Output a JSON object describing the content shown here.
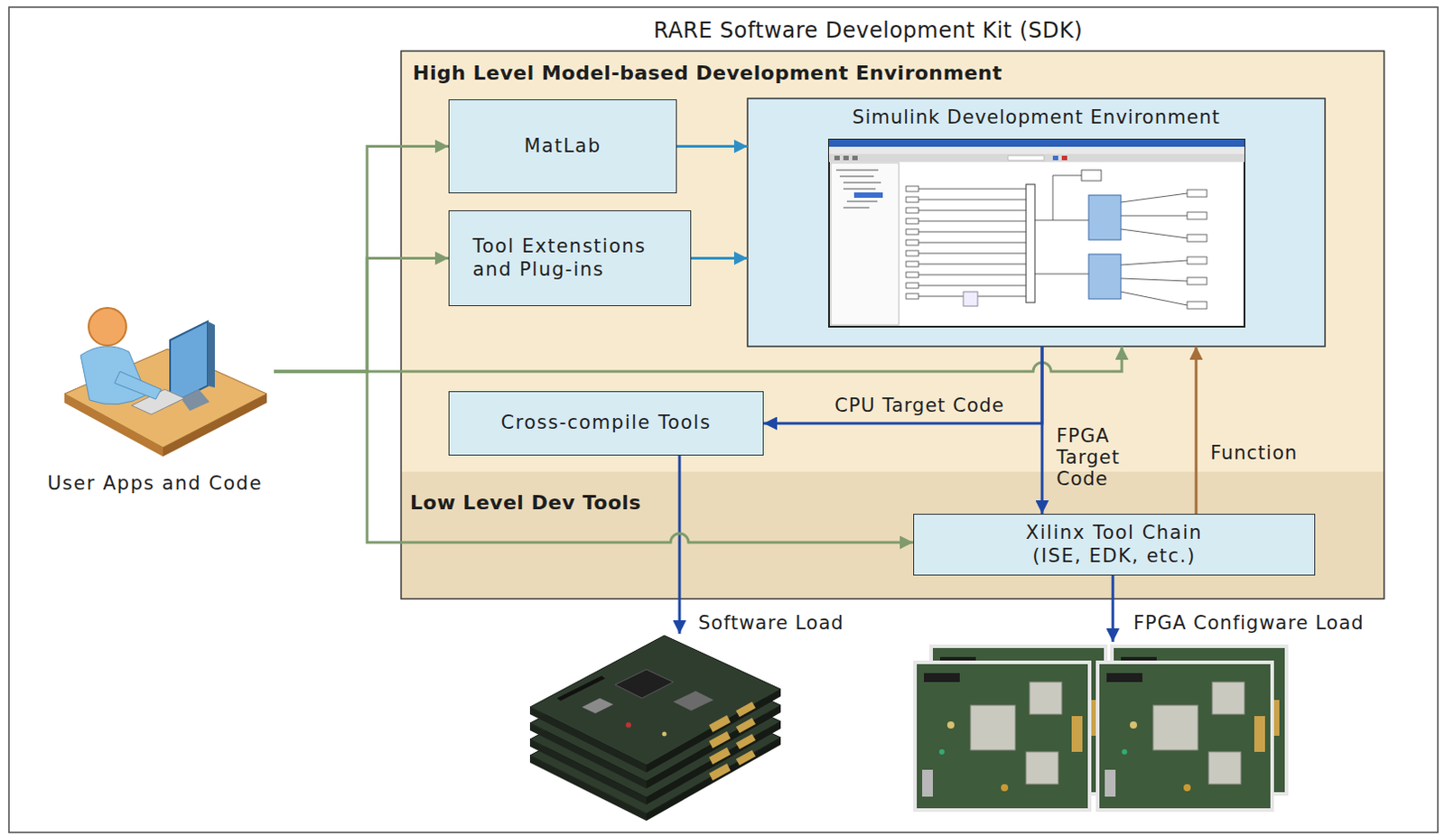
{
  "diagram": {
    "nodes": [
      {
        "text": [
          "RARE Software Development Kit (SDK)"
        ]
      },
      {
        "text": [
          "User Apps and Code"
        ],
        "in": 0
      },
      {
        "text": [
          "High Level Model-based Development Environment"
        ],
        "in": 0
      },
      {
        "text": [
          "MatLab"
        ],
        "in": 2
      },
      {
        "text": [
          "Tool Extenstions and Plug-ins"
        ],
        "in": 2
      },
      {
        "text": [
          "Simulink Development Environment"
        ],
        "in": 2
      },
      {
        "text": [
          "Cross-compile Tools"
        ],
        "in": 2
      },
      {
        "text": [
          "Low Level Dev Tools"
        ],
        "in": 0
      },
      {
        "text": [
          "Xilinx Tool Chain (ISE, EDK, etc.)"
        ],
        "in": 7
      }
    ],
    "edges": [
      {
        "from": 1,
        "to": 3,
        "arrow": "to"
      },
      {
        "from": 1,
        "to": 4,
        "arrow": "to"
      },
      {
        "from": 1,
        "to": 5,
        "arrow": "to"
      },
      {
        "from": 1,
        "to": 8,
        "arrow": "to"
      },
      {
        "from": 3,
        "to": 5,
        "arrow": "to"
      },
      {
        "from": 4,
        "to": 5,
        "arrow": "to"
      },
      {
        "from": 5,
        "to": 6,
        "label": "CPU Target Code",
        "arrow": "to"
      },
      {
        "from": 5,
        "to": 8,
        "label": "FPGA Target Code",
        "arrow": "to"
      },
      {
        "from": 8,
        "to": 5,
        "label": "Function",
        "arrow": "to"
      }
    ],
    "labels": [
      "Software Load",
      "FPGA Configware Load"
    ]
  }
}
